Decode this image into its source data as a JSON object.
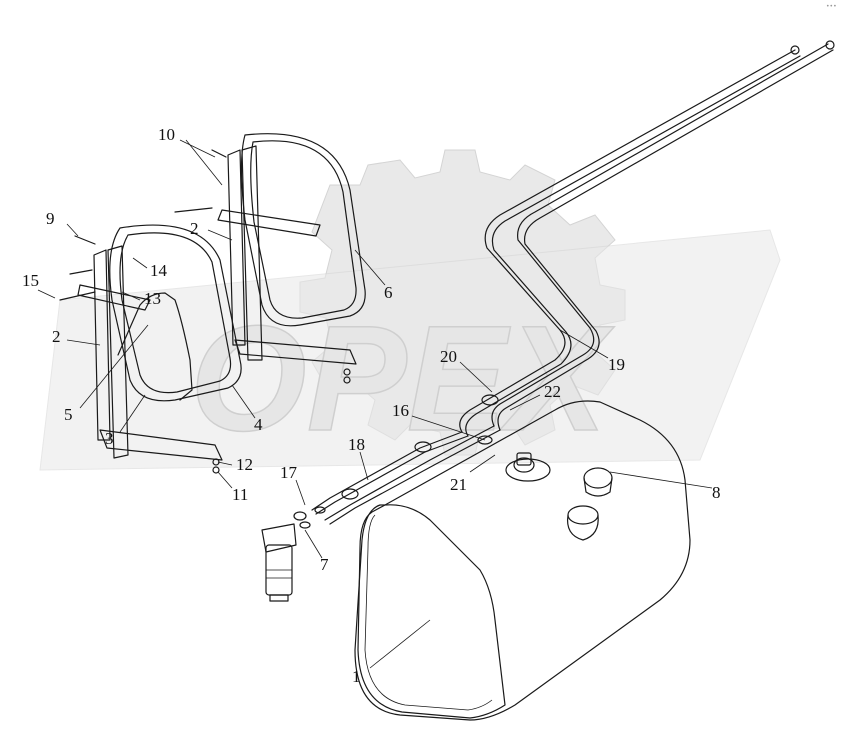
{
  "diagram": {
    "watermark_text": "OPEX",
    "corner_mark": "•••",
    "callouts": [
      {
        "id": "c1",
        "label": "1"
      },
      {
        "id": "c2a",
        "label": "2"
      },
      {
        "id": "c2b",
        "label": "2"
      },
      {
        "id": "c3",
        "label": "3"
      },
      {
        "id": "c4",
        "label": "4"
      },
      {
        "id": "c5",
        "label": "5"
      },
      {
        "id": "c6",
        "label": "6"
      },
      {
        "id": "c7",
        "label": "7"
      },
      {
        "id": "c8",
        "label": "8"
      },
      {
        "id": "c9",
        "label": "9"
      },
      {
        "id": "c10",
        "label": "10"
      },
      {
        "id": "c11",
        "label": "11"
      },
      {
        "id": "c12",
        "label": "12"
      },
      {
        "id": "c13",
        "label": "13"
      },
      {
        "id": "c14",
        "label": "14"
      },
      {
        "id": "c15",
        "label": "15"
      },
      {
        "id": "c16",
        "label": "16"
      },
      {
        "id": "c17",
        "label": "17"
      },
      {
        "id": "c18",
        "label": "18"
      },
      {
        "id": "c19",
        "label": "19"
      },
      {
        "id": "c20",
        "label": "20"
      },
      {
        "id": "c21",
        "label": "21"
      },
      {
        "id": "c22",
        "label": "22"
      }
    ]
  }
}
